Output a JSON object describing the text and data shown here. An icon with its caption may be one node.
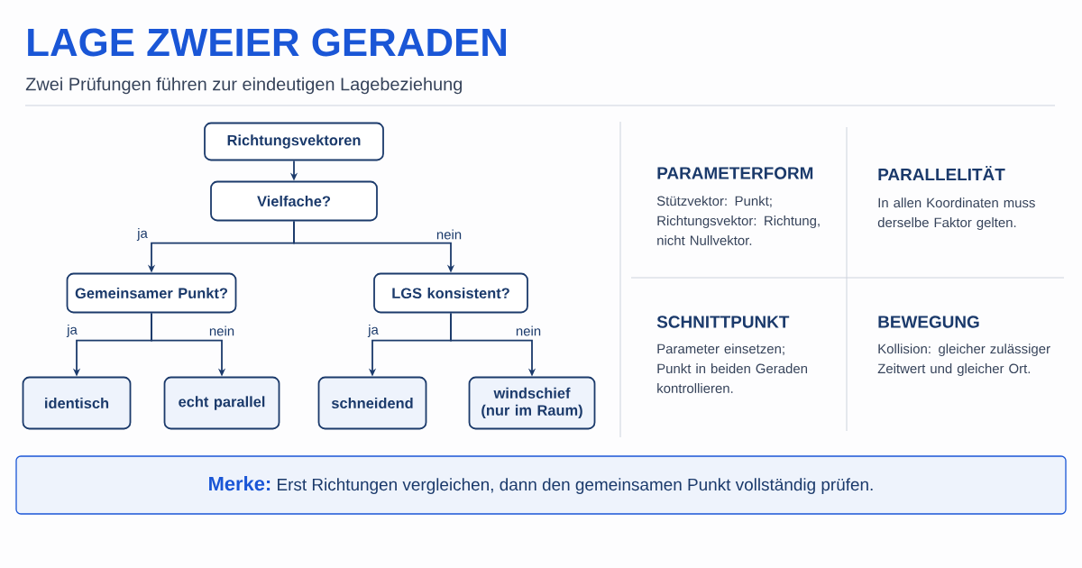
{
  "diagram": {
    "title": "LAGE ZWEIER GERADEN",
    "nodes": [
      {
        "text": [
          "Richtungsvektoren"
        ]
      },
      {
        "text": [
          "Vielfache?"
        ]
      },
      {
        "text": [
          "Gemeinsamer Punkt?"
        ]
      },
      {
        "text": [
          "LGS konsistent?"
        ]
      },
      {
        "text": [
          "identisch"
        ]
      },
      {
        "text": [
          "echt parallel"
        ]
      },
      {
        "text": [
          "schneidend"
        ]
      },
      {
        "text": [
          "windschief (nur im Raum)"
        ]
      },
      {
        "text": [
          "Merke:",
          "Erst Richtungen vergleichen, dann den gemeinsamen Punkt vollständig prüfen."
        ]
      }
    ],
    "edges": [
      {
        "from": 0,
        "to": 1,
        "arrow": "to"
      },
      {
        "from": 1,
        "to": 2,
        "arrow": "to",
        "label": "ja"
      },
      {
        "from": 1,
        "to": 3,
        "arrow": "to",
        "label": "nein"
      },
      {
        "from": 2,
        "to": 4,
        "arrow": "to",
        "label": "ja"
      },
      {
        "from": 2,
        "to": 5,
        "arrow": "to",
        "label": "nein"
      },
      {
        "from": 3,
        "to": 6,
        "arrow": "to",
        "label": "ja"
      },
      {
        "from": 3,
        "to": 7,
        "arrow": "to",
        "label": "nein"
      }
    ],
    "labels": [
      "Zwei Prüfungen führen zur eindeutigen Lagebeziehung",
      "PARAMETERFORM",
      "Stützvektor: Punkt; Richtungsvektor: Richtung, nicht Nullvektor.",
      "PARALLELITÄT",
      "In allen Koordinaten muss derselbe Faktor gelten.",
      "SCHNITTPUNKT",
      "Parameter einsetzen; Punkt in beiden Geraden kontrollieren.",
      "BEWEGUNG",
      "Kollision: gleicher zulässiger Zeitwert und gleicher Ort."
    ]
  }
}
